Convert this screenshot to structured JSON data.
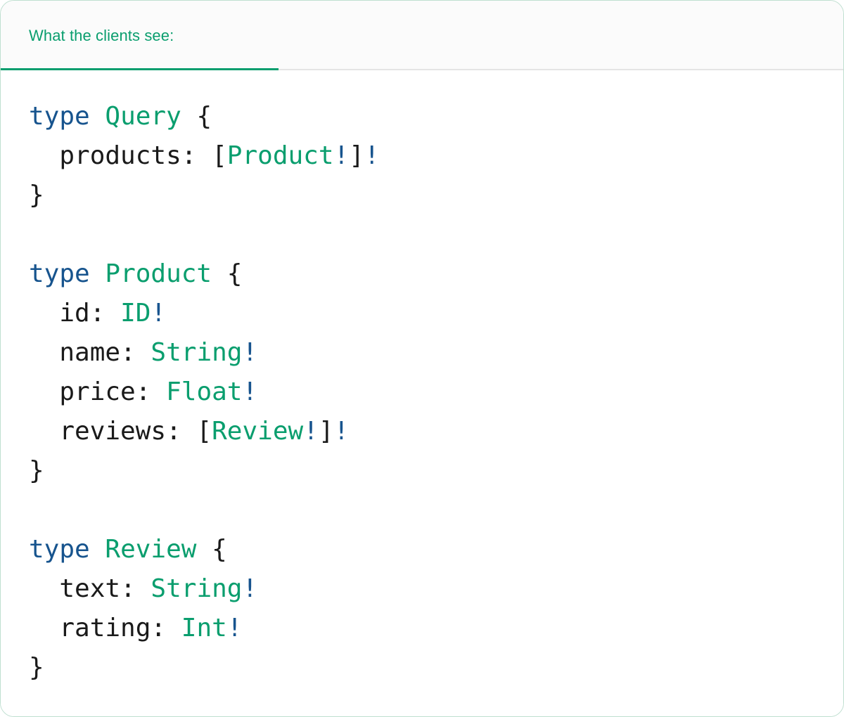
{
  "card": {
    "accent_color": "#0a9e6e",
    "border_color": "#bfdfd0",
    "background": "#ffffff"
  },
  "header": {
    "background": "#fbfbfb",
    "rule_color": "#e4e4e4",
    "tabs": [
      {
        "label": "What the clients see:",
        "active": true,
        "color": "#0a9e6e"
      }
    ]
  },
  "syntax": {
    "keyword_color": "#17548e",
    "type_color": "#0a9e6e",
    "bang_color": "#17548e",
    "punctuation_color": "#1a1a1a",
    "field_color": "#1a1a1a"
  },
  "code": {
    "language": "graphql",
    "raw": "type Query {\n  products: [Product!]!\n}\n\ntype Product {\n  id: ID!\n  name: String!\n  price: Float!\n  reviews: [Review!]!\n}\n\ntype Review {\n  text: String!\n  rating: Int!\n}",
    "lines": [
      {
        "n": 1,
        "tokens": [
          {
            "t": "type",
            "c": "kw"
          },
          {
            "t": " ",
            "c": "punc"
          },
          {
            "t": "Query",
            "c": "type"
          },
          {
            "t": " {",
            "c": "punc"
          }
        ]
      },
      {
        "n": 2,
        "tokens": [
          {
            "t": "  ",
            "c": "punc"
          },
          {
            "t": "products",
            "c": "field"
          },
          {
            "t": ": ",
            "c": "punc"
          },
          {
            "t": "[",
            "c": "punc"
          },
          {
            "t": "Product",
            "c": "type"
          },
          {
            "t": "!",
            "c": "bang"
          },
          {
            "t": "]",
            "c": "punc"
          },
          {
            "t": "!",
            "c": "bang"
          }
        ]
      },
      {
        "n": 3,
        "tokens": [
          {
            "t": "}",
            "c": "punc"
          }
        ]
      },
      {
        "n": 4,
        "tokens": []
      },
      {
        "n": 5,
        "tokens": [
          {
            "t": "type",
            "c": "kw"
          },
          {
            "t": " ",
            "c": "punc"
          },
          {
            "t": "Product",
            "c": "type"
          },
          {
            "t": " {",
            "c": "punc"
          }
        ]
      },
      {
        "n": 6,
        "tokens": [
          {
            "t": "  ",
            "c": "punc"
          },
          {
            "t": "id",
            "c": "field"
          },
          {
            "t": ": ",
            "c": "punc"
          },
          {
            "t": "ID",
            "c": "type"
          },
          {
            "t": "!",
            "c": "bang"
          }
        ]
      },
      {
        "n": 7,
        "tokens": [
          {
            "t": "  ",
            "c": "punc"
          },
          {
            "t": "name",
            "c": "field"
          },
          {
            "t": ": ",
            "c": "punc"
          },
          {
            "t": "String",
            "c": "type"
          },
          {
            "t": "!",
            "c": "bang"
          }
        ]
      },
      {
        "n": 8,
        "tokens": [
          {
            "t": "  ",
            "c": "punc"
          },
          {
            "t": "price",
            "c": "field"
          },
          {
            "t": ": ",
            "c": "punc"
          },
          {
            "t": "Float",
            "c": "type"
          },
          {
            "t": "!",
            "c": "bang"
          }
        ]
      },
      {
        "n": 9,
        "tokens": [
          {
            "t": "  ",
            "c": "punc"
          },
          {
            "t": "reviews",
            "c": "field"
          },
          {
            "t": ": ",
            "c": "punc"
          },
          {
            "t": "[",
            "c": "punc"
          },
          {
            "t": "Review",
            "c": "type"
          },
          {
            "t": "!",
            "c": "bang"
          },
          {
            "t": "]",
            "c": "punc"
          },
          {
            "t": "!",
            "c": "bang"
          }
        ]
      },
      {
        "n": 10,
        "tokens": [
          {
            "t": "}",
            "c": "punc"
          }
        ]
      },
      {
        "n": 11,
        "tokens": []
      },
      {
        "n": 12,
        "tokens": [
          {
            "t": "type",
            "c": "kw"
          },
          {
            "t": " ",
            "c": "punc"
          },
          {
            "t": "Review",
            "c": "type"
          },
          {
            "t": " {",
            "c": "punc"
          }
        ]
      },
      {
        "n": 13,
        "tokens": [
          {
            "t": "  ",
            "c": "punc"
          },
          {
            "t": "text",
            "c": "field"
          },
          {
            "t": ": ",
            "c": "punc"
          },
          {
            "t": "String",
            "c": "type"
          },
          {
            "t": "!",
            "c": "bang"
          }
        ]
      },
      {
        "n": 14,
        "tokens": [
          {
            "t": "  ",
            "c": "punc"
          },
          {
            "t": "rating",
            "c": "field"
          },
          {
            "t": ": ",
            "c": "punc"
          },
          {
            "t": "Int",
            "c": "type"
          },
          {
            "t": "!",
            "c": "bang"
          }
        ]
      },
      {
        "n": 15,
        "tokens": [
          {
            "t": "}",
            "c": "punc"
          }
        ]
      }
    ]
  }
}
